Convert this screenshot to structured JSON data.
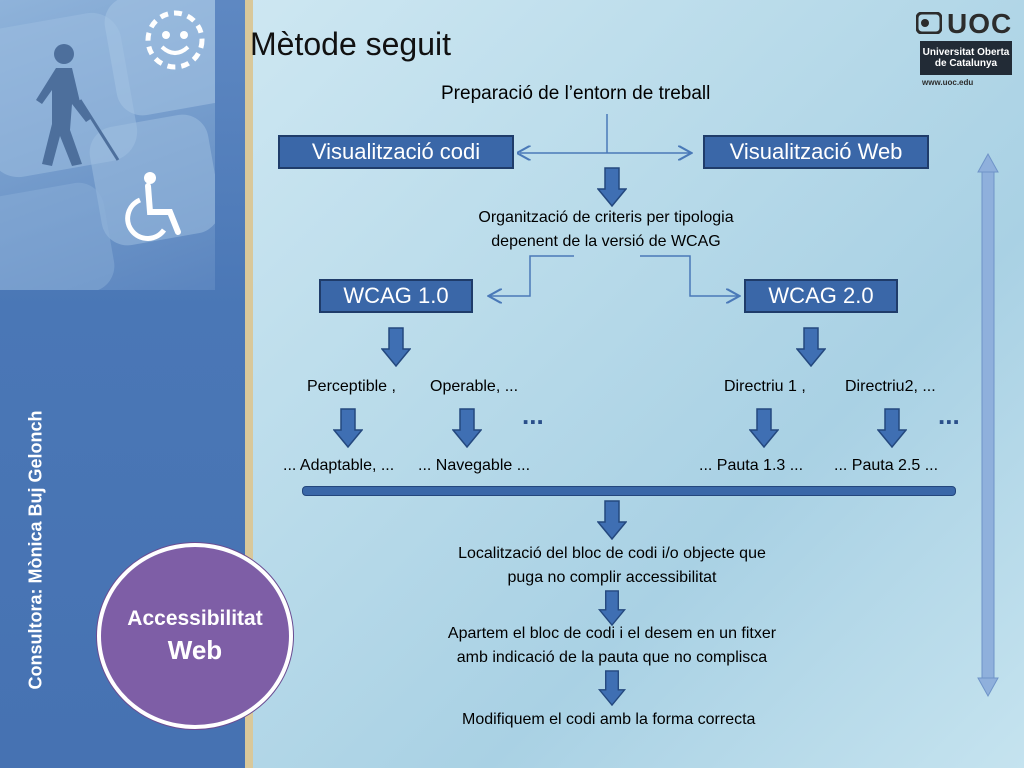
{
  "sidebar": {
    "credit": "Consultora: Mònica Buj Gelonch",
    "badge_line1": "Accessibilitat",
    "badge_line2": "Web",
    "icons": [
      "blind-person-with-cane-icon",
      "smiling-face-icon",
      "wheelchair-icon"
    ]
  },
  "logo": {
    "brand": "UOC",
    "line1": "Universitat Oberta",
    "line2": "de Catalunya",
    "url": "www.uoc.edu"
  },
  "slide": {
    "title": "Mètode seguit"
  },
  "diagram": {
    "top_step": "Preparació de l’entorn de treball",
    "box_code": "Visualització codi",
    "box_web": "Visualització Web",
    "organize_line1": "Organització de criteris per tipologia",
    "organize_line2": "depenent de la versió de WCAG",
    "box_wcag1": "WCAG 1.0",
    "box_wcag2": "WCAG 2.0",
    "wcag1_principles": [
      "Perceptible ,",
      "Operable,  ..."
    ],
    "wcag2_principles": [
      "Directriu 1 ,",
      "Directriu2,  ..."
    ],
    "ellipsis": "...",
    "wcag1_leaves": [
      "... Adaptable, ...",
      "... Navegable ..."
    ],
    "wcag2_leaves": [
      "... Pauta 1.3 ...",
      "... Pauta 2.5 ..."
    ],
    "step_locate_line1": "Localització del bloc de codi i/o objecte que",
    "step_locate_line2": "puga no complir accessibilitat",
    "step_save_line1": "Apartem el bloc de codi i el desem en un fitxer",
    "step_save_line2": "amb indicació de la pauta que no complisca",
    "step_fix": "Modifiquem el codi amb la forma correcta"
  },
  "colors": {
    "box_fill": "#3a67a8",
    "arrow_fill": "#3f6fb3",
    "badge": "#7e5ea6",
    "sidebar": "#4a77b6"
  }
}
